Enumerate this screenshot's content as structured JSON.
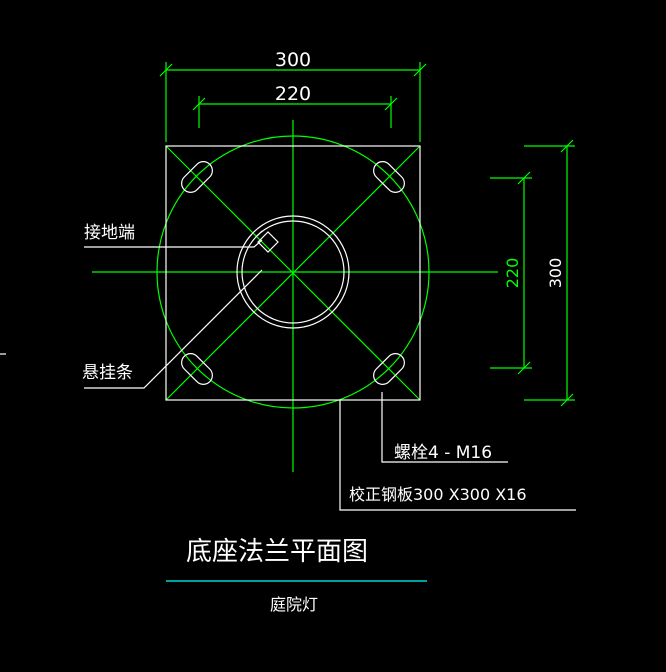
{
  "drawing": {
    "title": "底座法兰平面图",
    "subtitle": "庭院灯",
    "dimensions": {
      "top_outer": "300",
      "top_inner": "220",
      "right_inner": "220",
      "right_outer": "300"
    },
    "callouts": {
      "ground_terminal": "接地端",
      "hanging_strip": "悬挂条",
      "bolt": "螺栓4 - M16",
      "plate": "校正钢板300 X300 X16"
    }
  },
  "colors": {
    "background": "#000000",
    "geometry": "#ffffff",
    "dimension": "#00ff00",
    "centerline": "#00ff00",
    "title_rule": "#00ffff"
  }
}
